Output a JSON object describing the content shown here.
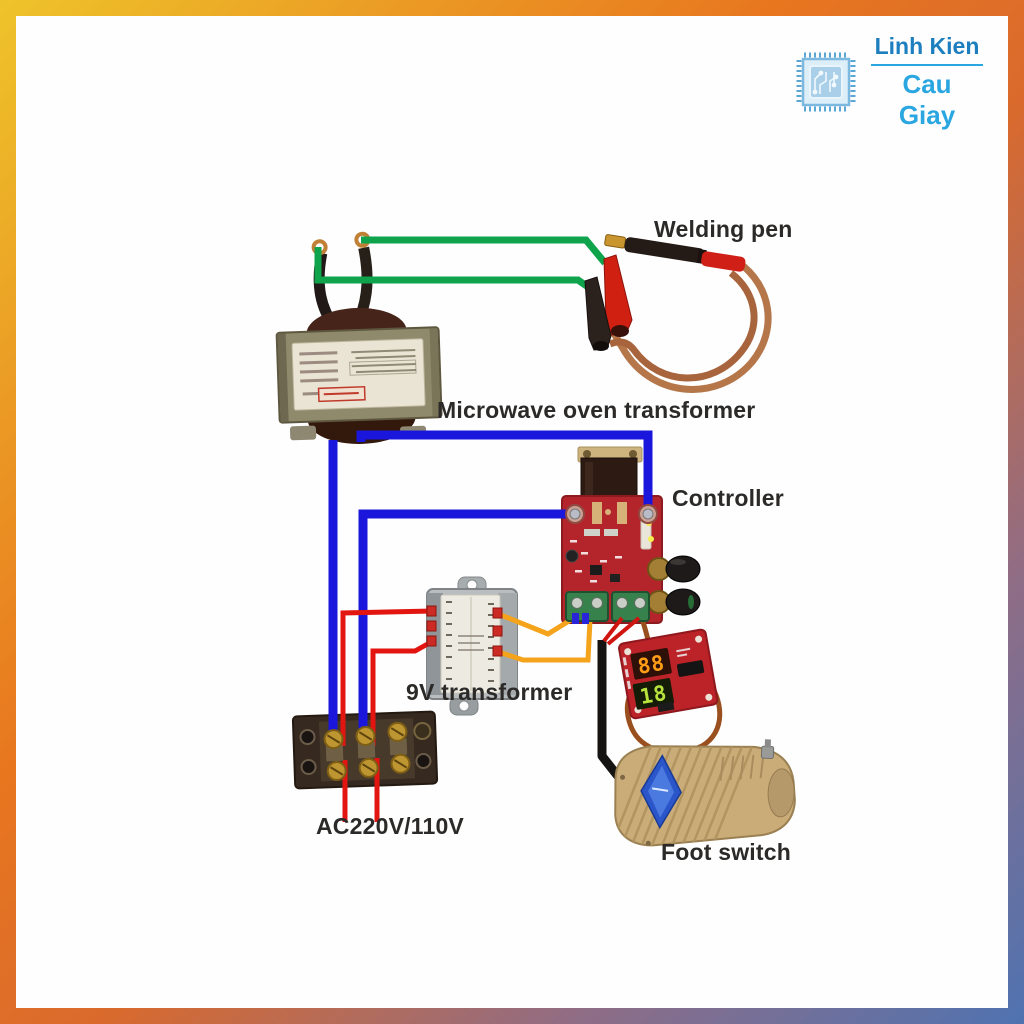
{
  "logo": {
    "icon": "chip-icon",
    "line1": "Linh Kien",
    "line2": "Cau Giay"
  },
  "labels": {
    "welding_pen": "Welding pen",
    "mot": "Microwave oven transformer",
    "controller": "Controller",
    "transformer_9v": "9V transformer",
    "ac_input": "AC220V/110V",
    "foot_switch": "Foot switch"
  },
  "display_board": {
    "top_value": "88",
    "bottom_value": "18"
  },
  "components": [
    {
      "name": "microwave-oven-transformer",
      "label": "Microwave oven transformer"
    },
    {
      "name": "welding-pen",
      "label": "Welding pen"
    },
    {
      "name": "controller-board",
      "label": "Controller"
    },
    {
      "name": "nine-v-transformer",
      "label": "9V transformer"
    },
    {
      "name": "ac-terminal-block",
      "label": "AC220V/110V"
    },
    {
      "name": "display-board",
      "label": ""
    },
    {
      "name": "foot-switch",
      "label": "Foot switch"
    }
  ],
  "wires": [
    {
      "name": "mot-to-pen-top",
      "color_key": "wire_green",
      "from": "microwave-oven-transformer",
      "to": "welding-pen"
    },
    {
      "name": "mot-to-pen-bottom",
      "color_key": "wire_green",
      "from": "microwave-oven-transformer",
      "to": "welding-pen"
    },
    {
      "name": "mot-to-ac-terminal",
      "color_key": "wire_blue",
      "from": "microwave-oven-transformer",
      "to": "ac-terminal-block"
    },
    {
      "name": "mot-to-controller",
      "color_key": "wire_blue",
      "from": "microwave-oven-transformer",
      "to": "controller-board"
    },
    {
      "name": "controller-to-ac-terminal",
      "color_key": "wire_blue",
      "from": "controller-board",
      "to": "ac-terminal-block"
    },
    {
      "name": "ac-terminal-to-9v-primary-1",
      "color_key": "wire_red",
      "from": "ac-terminal-block",
      "to": "nine-v-transformer"
    },
    {
      "name": "ac-terminal-to-9v-primary-2",
      "color_key": "wire_red",
      "from": "ac-terminal-block",
      "to": "nine-v-transformer"
    },
    {
      "name": "9v-secondary-to-controller-1",
      "color_key": "wire_yellow",
      "from": "nine-v-transformer",
      "to": "controller-board"
    },
    {
      "name": "9v-secondary-to-controller-2",
      "color_key": "wire_yellow",
      "from": "nine-v-transformer",
      "to": "controller-board"
    },
    {
      "name": "controller-to-foot-switch",
      "color_key": "wire_black",
      "from": "controller-board",
      "to": "foot-switch"
    },
    {
      "name": "controller-to-display-board",
      "color_key": "cable_brown",
      "from": "controller-board",
      "to": "display-board"
    },
    {
      "name": "ac-input-lead-1",
      "color_key": "wire_red",
      "from": "ac-terminal-block",
      "to": "ac-supply"
    },
    {
      "name": "ac-input-lead-2",
      "color_key": "wire_red",
      "from": "ac-terminal-block",
      "to": "ac-supply"
    }
  ],
  "colors": {
    "frame_yellow": "#eec32a",
    "frame_orange": "#e8761f",
    "frame_blue": "#4f73b1",
    "wire_green": "#0fa44c",
    "wire_blue": "#1b16dc",
    "wire_red": "#e21511",
    "wire_yellow": "#f4a31b",
    "wire_black": "#161412",
    "cable_brown": "#9a4f1e",
    "cable_copper": "#b5764a",
    "pcb_red": "#b4252b",
    "terminal_green": "#37824c",
    "pedal_tan": "#c9ac78",
    "diamond_blue": "#2b56c9",
    "brass": "#bb9330",
    "label_text": "#2b2a28",
    "logo_blue_dark": "#1e7fc0",
    "logo_blue_light": "#2aa6e0",
    "digit_orange": "#ff9d17",
    "digit_green": "#b7e33c"
  }
}
